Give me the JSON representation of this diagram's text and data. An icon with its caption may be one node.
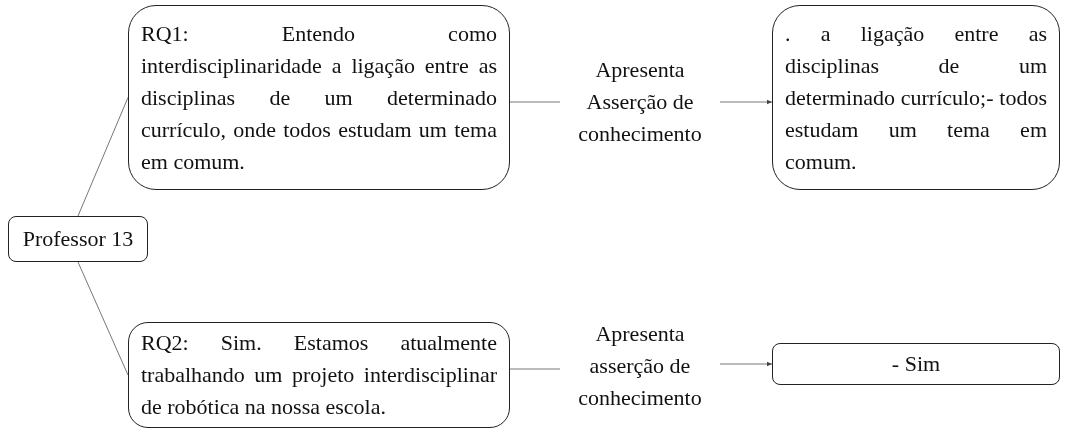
{
  "diagram": {
    "nodes": [
      {
        "text": [
          "Professor 13"
        ]
      },
      {
        "text": [
          "RQ1: Entendo como interdisciplinaridade a ligação entre as disciplinas de um determinado currículo, onde todos estudam um tema em comum."
        ]
      },
      {
        "text": [
          "Apresenta Asserção de conhecimento"
        ]
      },
      {
        "text": [
          ". a ligação entre as disciplinas de um determinado currículo;- todos estudam um tema em comum."
        ]
      },
      {
        "text": [
          "RQ2: Sim. Estamos atualmente trabalhando um projeto interdisciplinar de robótica na nossa escola."
        ]
      },
      {
        "text": [
          "Apresenta asserção de conhecimento"
        ]
      },
      {
        "text": [
          "- Sim"
        ]
      }
    ],
    "edges": [
      {
        "from": 0,
        "to": 1,
        "arrow": "none"
      },
      {
        "from": 0,
        "to": 4,
        "arrow": "none"
      },
      {
        "from": 1,
        "to": 2,
        "arrow": "none"
      },
      {
        "from": 2,
        "to": 3,
        "arrow": "to"
      },
      {
        "from": 4,
        "to": 5,
        "arrow": "none"
      },
      {
        "from": 5,
        "to": 6,
        "arrow": "to"
      }
    ]
  }
}
